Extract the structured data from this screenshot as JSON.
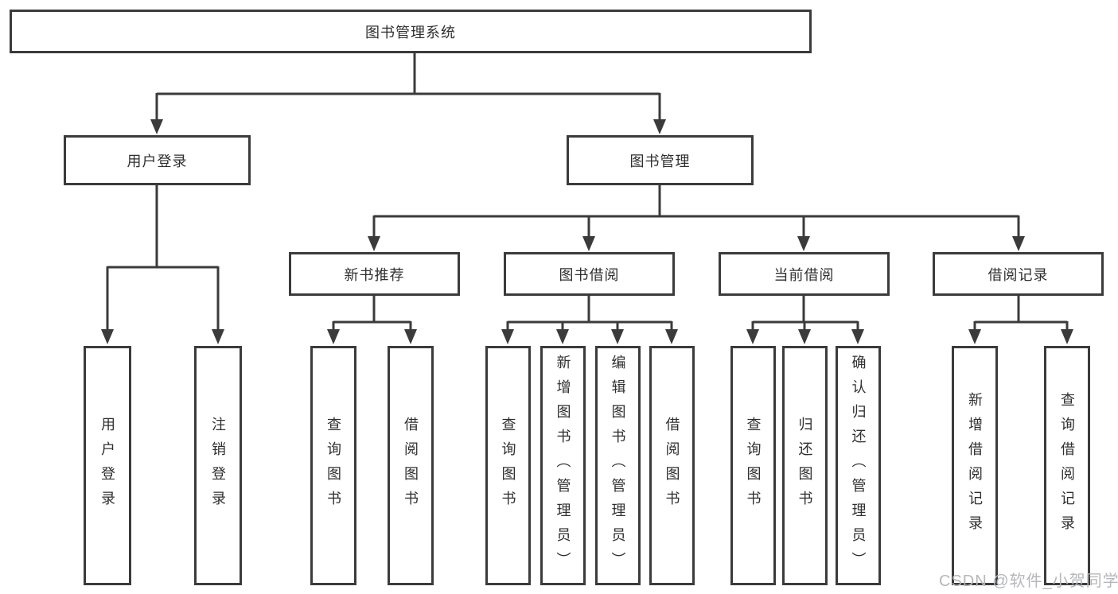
{
  "diagram": {
    "tree": {
      "label": "图书管理系统",
      "children": [
        {
          "label": "用户登录",
          "children": [
            {
              "label": "用户登录"
            },
            {
              "label": "注销登录"
            }
          ]
        },
        {
          "label": "图书管理",
          "children": [
            {
              "label": "新书推荐",
              "children": [
                {
                  "label": "查询图书"
                },
                {
                  "label": "借阅图书"
                }
              ]
            },
            {
              "label": "图书借阅",
              "children": [
                {
                  "label": "查询图书"
                },
                {
                  "label": "新增图书（管理员）"
                },
                {
                  "label": "编辑图书（管理员）"
                },
                {
                  "label": "借阅图书"
                }
              ]
            },
            {
              "label": "当前借阅",
              "children": [
                {
                  "label": "查询图书"
                },
                {
                  "label": "归还图书"
                },
                {
                  "label": "确认归还（管理员）"
                }
              ]
            },
            {
              "label": "借阅记录",
              "children": [
                {
                  "label": "新增借阅记录"
                },
                {
                  "label": "查询借阅记录"
                }
              ]
            }
          ]
        }
      ]
    },
    "colors": {
      "line": "#3b3b3b",
      "text": "#2f2f2f",
      "background": "#ffffff",
      "watermark_text": "#b5b7ba"
    }
  },
  "watermark": {
    "text": "CSDN @软件_小贺同学"
  }
}
